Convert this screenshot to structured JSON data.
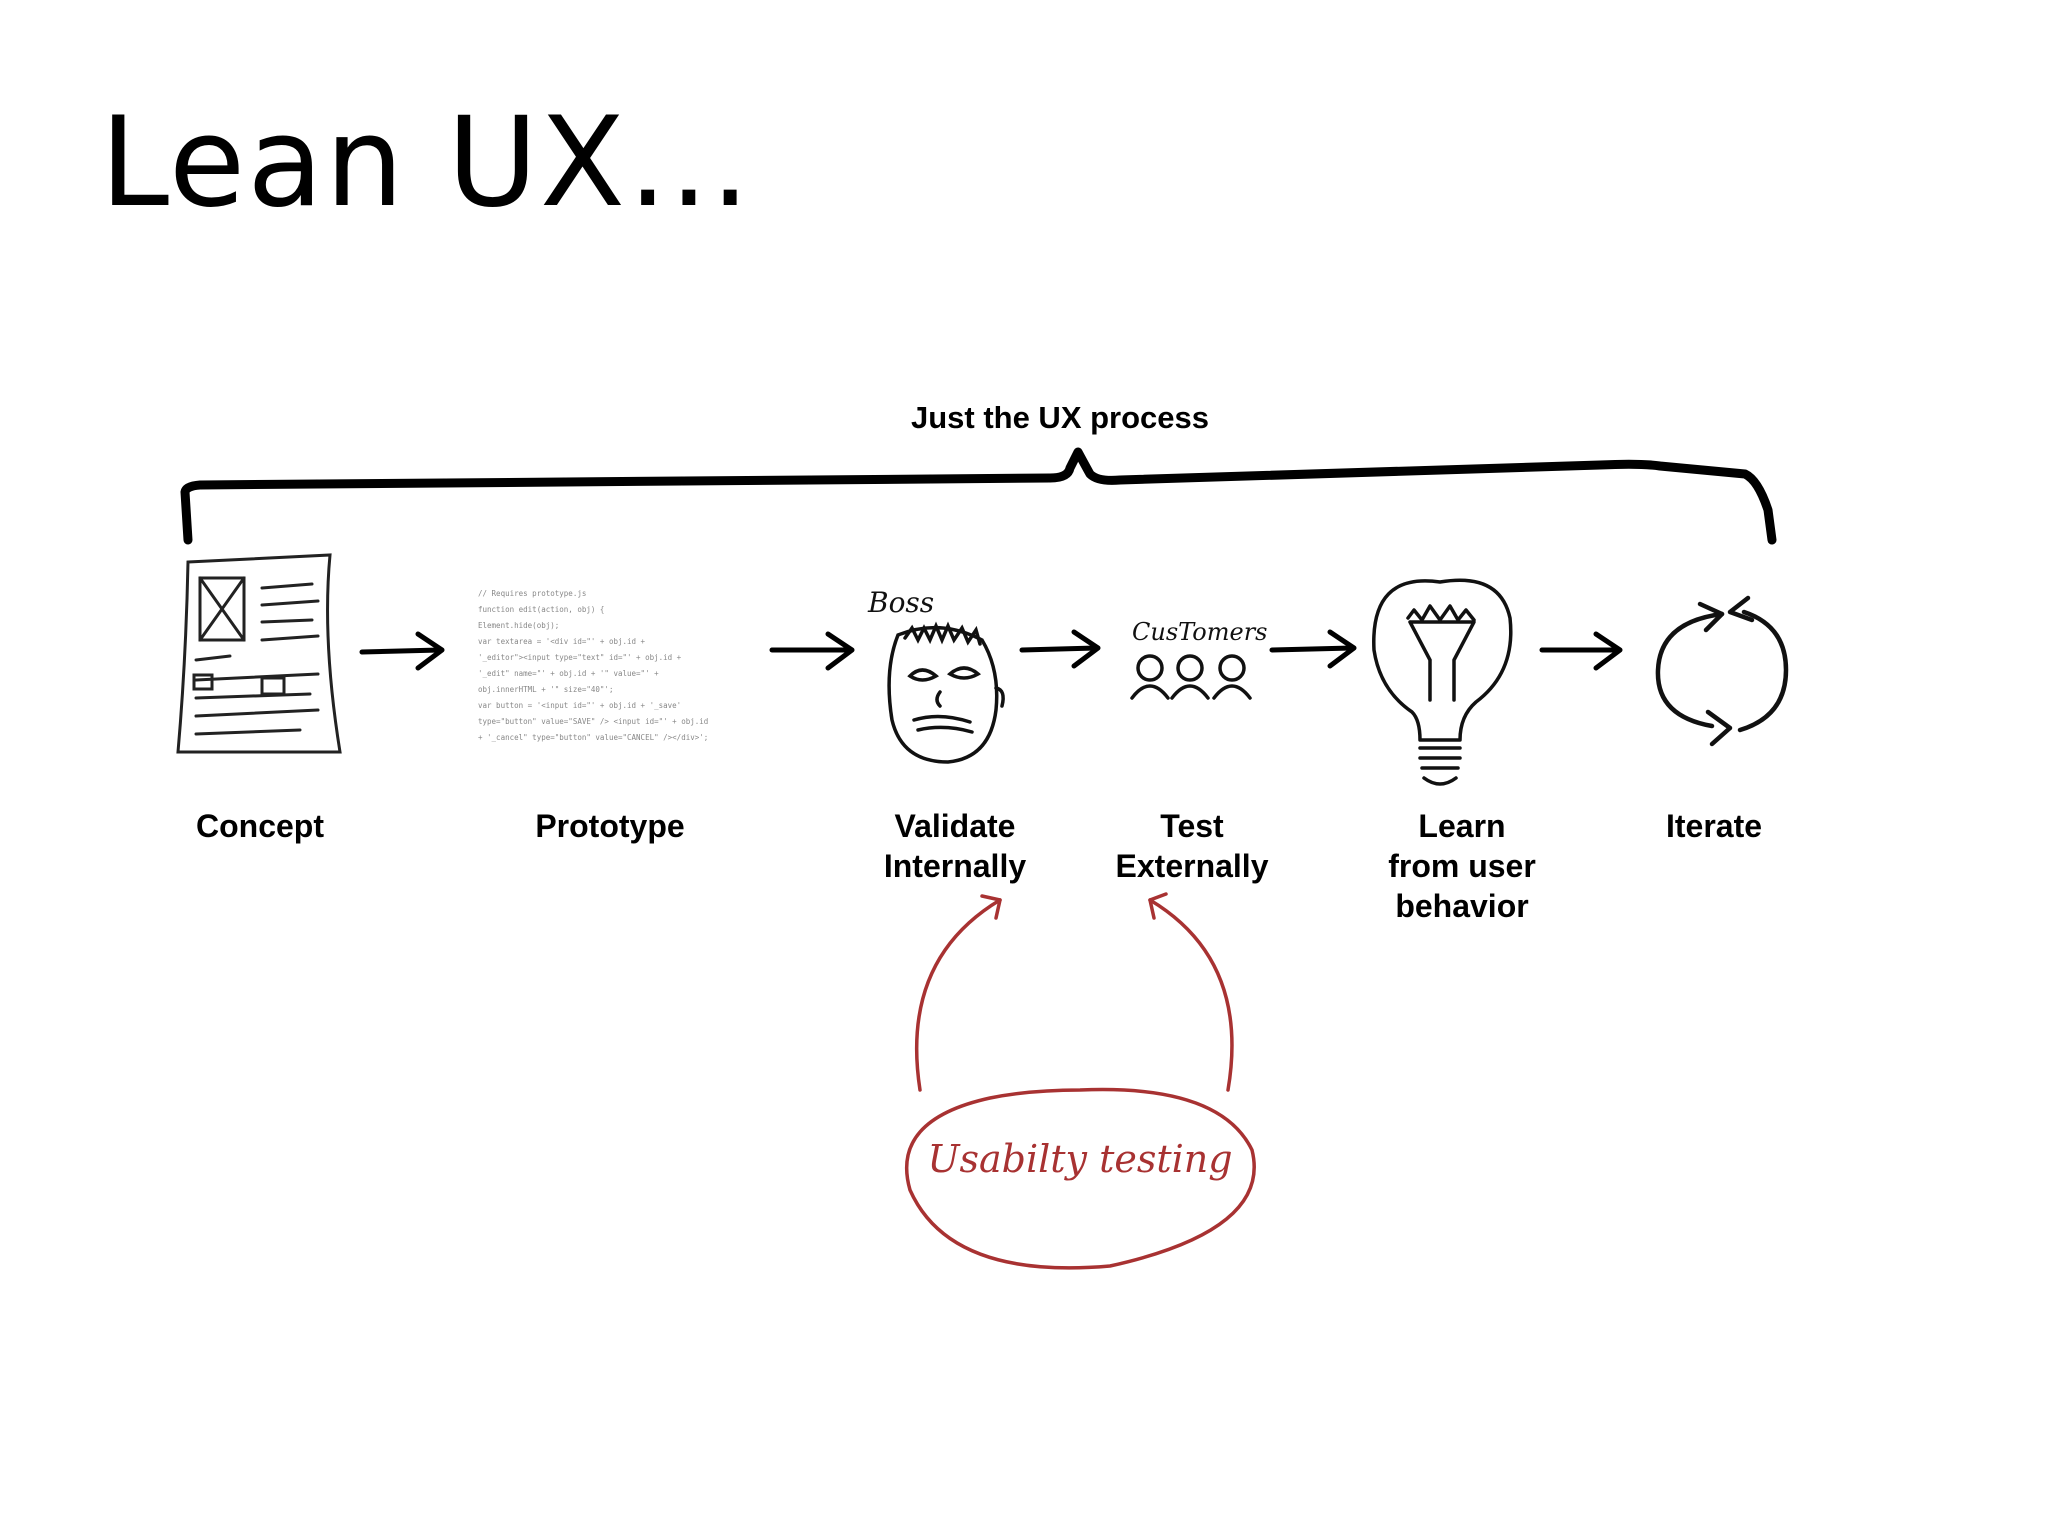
{
  "slide": {
    "title": "Lean UX…"
  },
  "diagram": {
    "bracket_label": "Just the UX process",
    "steps": [
      {
        "label": "Concept",
        "icon": "newspaper-sketch-icon"
      },
      {
        "label": "Prototype",
        "icon": "code-snippet-icon"
      },
      {
        "label_lines": [
          "Validate",
          "Internally"
        ],
        "icon": "boss-face-sketch-icon",
        "sketch_caption": "Boss"
      },
      {
        "label_lines": [
          "Test",
          "Externally"
        ],
        "icon": "customers-sketch-icon",
        "sketch_caption": "CusTomers"
      },
      {
        "label_lines": [
          "Learn",
          "from user",
          "behavior"
        ],
        "icon": "lightbulb-sketch-icon"
      },
      {
        "label": "Iterate",
        "icon": "cycle-arrows-icon"
      }
    ],
    "prototype_code": [
      "// Requires prototype.js",
      "function edit(action, obj) {",
      "  Element.hide(obj);",
      "  var textarea = '<div id=\"' + obj.id +",
      "'_editor\"><input type=\"text\" id=\"' + obj.id +",
      "'_edit\" name=\"' + obj.id + '\" value=\"' +",
      "obj.innerHTML + '\" size=\"40\"';",
      "  var button = '<input id=\"' + obj.id + '_save'",
      "type=\"button\" value=\"SAVE\" /> <input id=\"' + obj.id",
      "+ '_cancel\" type=\"button\" value=\"CANCEL\" /></div>';"
    ],
    "usability": {
      "label": "Usabilty testing",
      "color": "#a83232"
    }
  }
}
